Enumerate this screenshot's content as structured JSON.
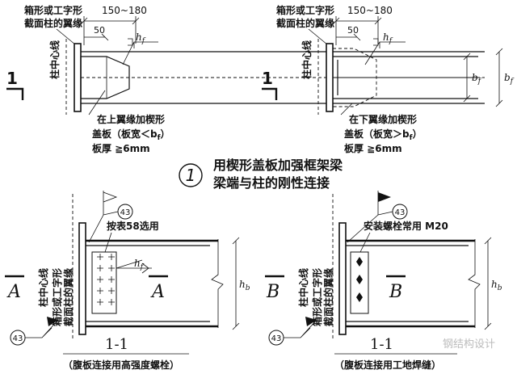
{
  "top_left": {
    "column_flange_label": [
      "箱形或工字形",
      "截面柱的翼缘"
    ],
    "dim_range": "150~180",
    "dim_50": "50",
    "weld_size": "h",
    "weld_sub": "f",
    "column_centerline": "柱中心线",
    "section_mark": "1",
    "width_label": "b",
    "width_sub": "f",
    "note": [
      "在上翼缘加楔形",
      "盖板（板宽＜b",
      "板厚 ≧6mm"
    ],
    "note_sub": "f",
    "note_close": "）"
  },
  "top_right": {
    "column_flange_label": [
      "箱形或工字形",
      "截面柱的翼缘"
    ],
    "dim_range": "150~180",
    "dim_50": "50",
    "weld_size": "h",
    "weld_sub": "f",
    "column_centerline": "柱中心线",
    "section_mark": "1",
    "width_label": "b",
    "width_sub": "f",
    "note": [
      "在下翼缘加楔形",
      "盖板（板宽＞b",
      "板厚 ≧6mm"
    ],
    "note_sub": "f",
    "note_close": "）"
  },
  "caption": {
    "number": "1",
    "lines": [
      "用楔形盖板加强框架梁",
      "梁端与柱的刚性连接"
    ]
  },
  "bottom_left": {
    "weld_ref_top": "43",
    "weld_ref_bottom": "43",
    "bolt_note": "按表58选用",
    "vertical_labels": [
      "柱中心线",
      "箱形或工字形",
      "截面柱的翼缘"
    ],
    "weld_size": "h",
    "weld_sub": "f",
    "section_left": "A",
    "section_right": "A",
    "depth_label": "h",
    "depth_sub": "b",
    "section_title": "1-1",
    "section_note": "（腹板连接用高强度螺栓）"
  },
  "bottom_right": {
    "weld_ref_top": "43",
    "weld_ref_bottom": "43",
    "bolt_note": "安装螺栓常用 M20",
    "vertical_labels": [
      "柱中心线",
      "箱形或工字形",
      "截面柱的翼缘"
    ],
    "section_left": "B",
    "section_right": "B",
    "depth_label": "h",
    "depth_sub": "b",
    "section_title": "1-1",
    "section_note": "（腹板连接用工地焊缝）"
  },
  "watermark": "钢结构设计"
}
